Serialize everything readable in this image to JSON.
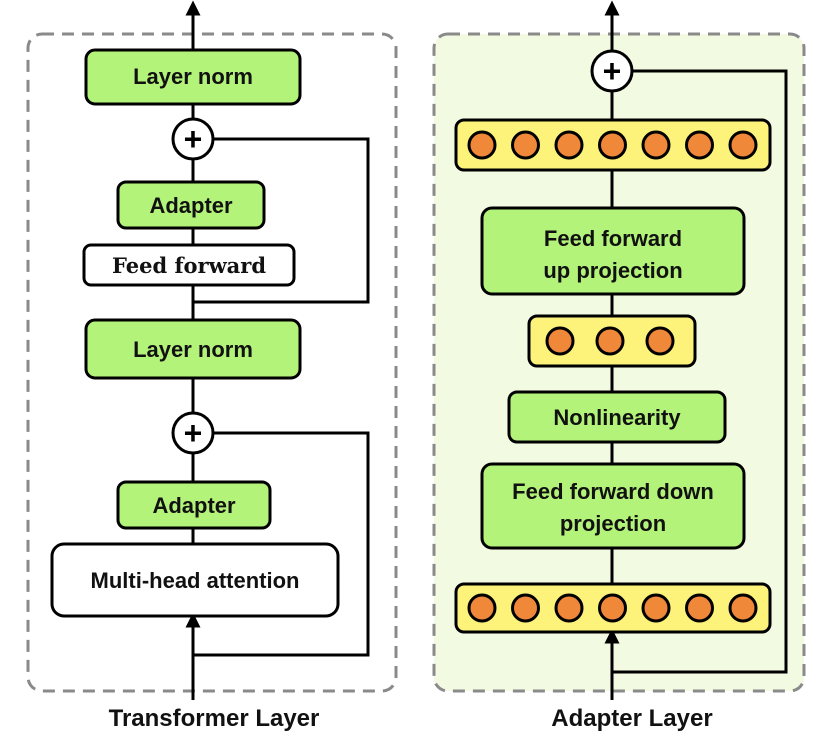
{
  "colors": {
    "green_fill": "#b4f37a",
    "panel_fill": "#f3fae2",
    "neuron_fill": "#f0883a",
    "neuron_bar_fill": "#fdf27a",
    "stroke": "#000000",
    "dashed_border": "#8a8a8a"
  },
  "icons": {
    "sum": "plus-circle-icon",
    "neuron": "circle-node-icon",
    "flow": "arrow-up-icon"
  },
  "transformer": {
    "caption": "Transformer Layer",
    "layer_norm_top": "Layer norm",
    "adapter_top": "Adapter",
    "feed_forward": "Feed forward",
    "layer_norm_mid": "Layer norm",
    "adapter_bottom": "Adapter",
    "attention": "Multi-head attention",
    "plus_symbol": "+"
  },
  "adapter": {
    "caption": "Adapter Layer",
    "up_projection_line1": "Feed forward",
    "up_projection_line2": "up projection",
    "nonlinearity": "Nonlinearity",
    "down_projection_line1": "Feed forward down",
    "down_projection_line2": "projection",
    "plus_symbol": "+",
    "top_neurons": 7,
    "middle_neurons": 3,
    "bottom_neurons": 7
  }
}
